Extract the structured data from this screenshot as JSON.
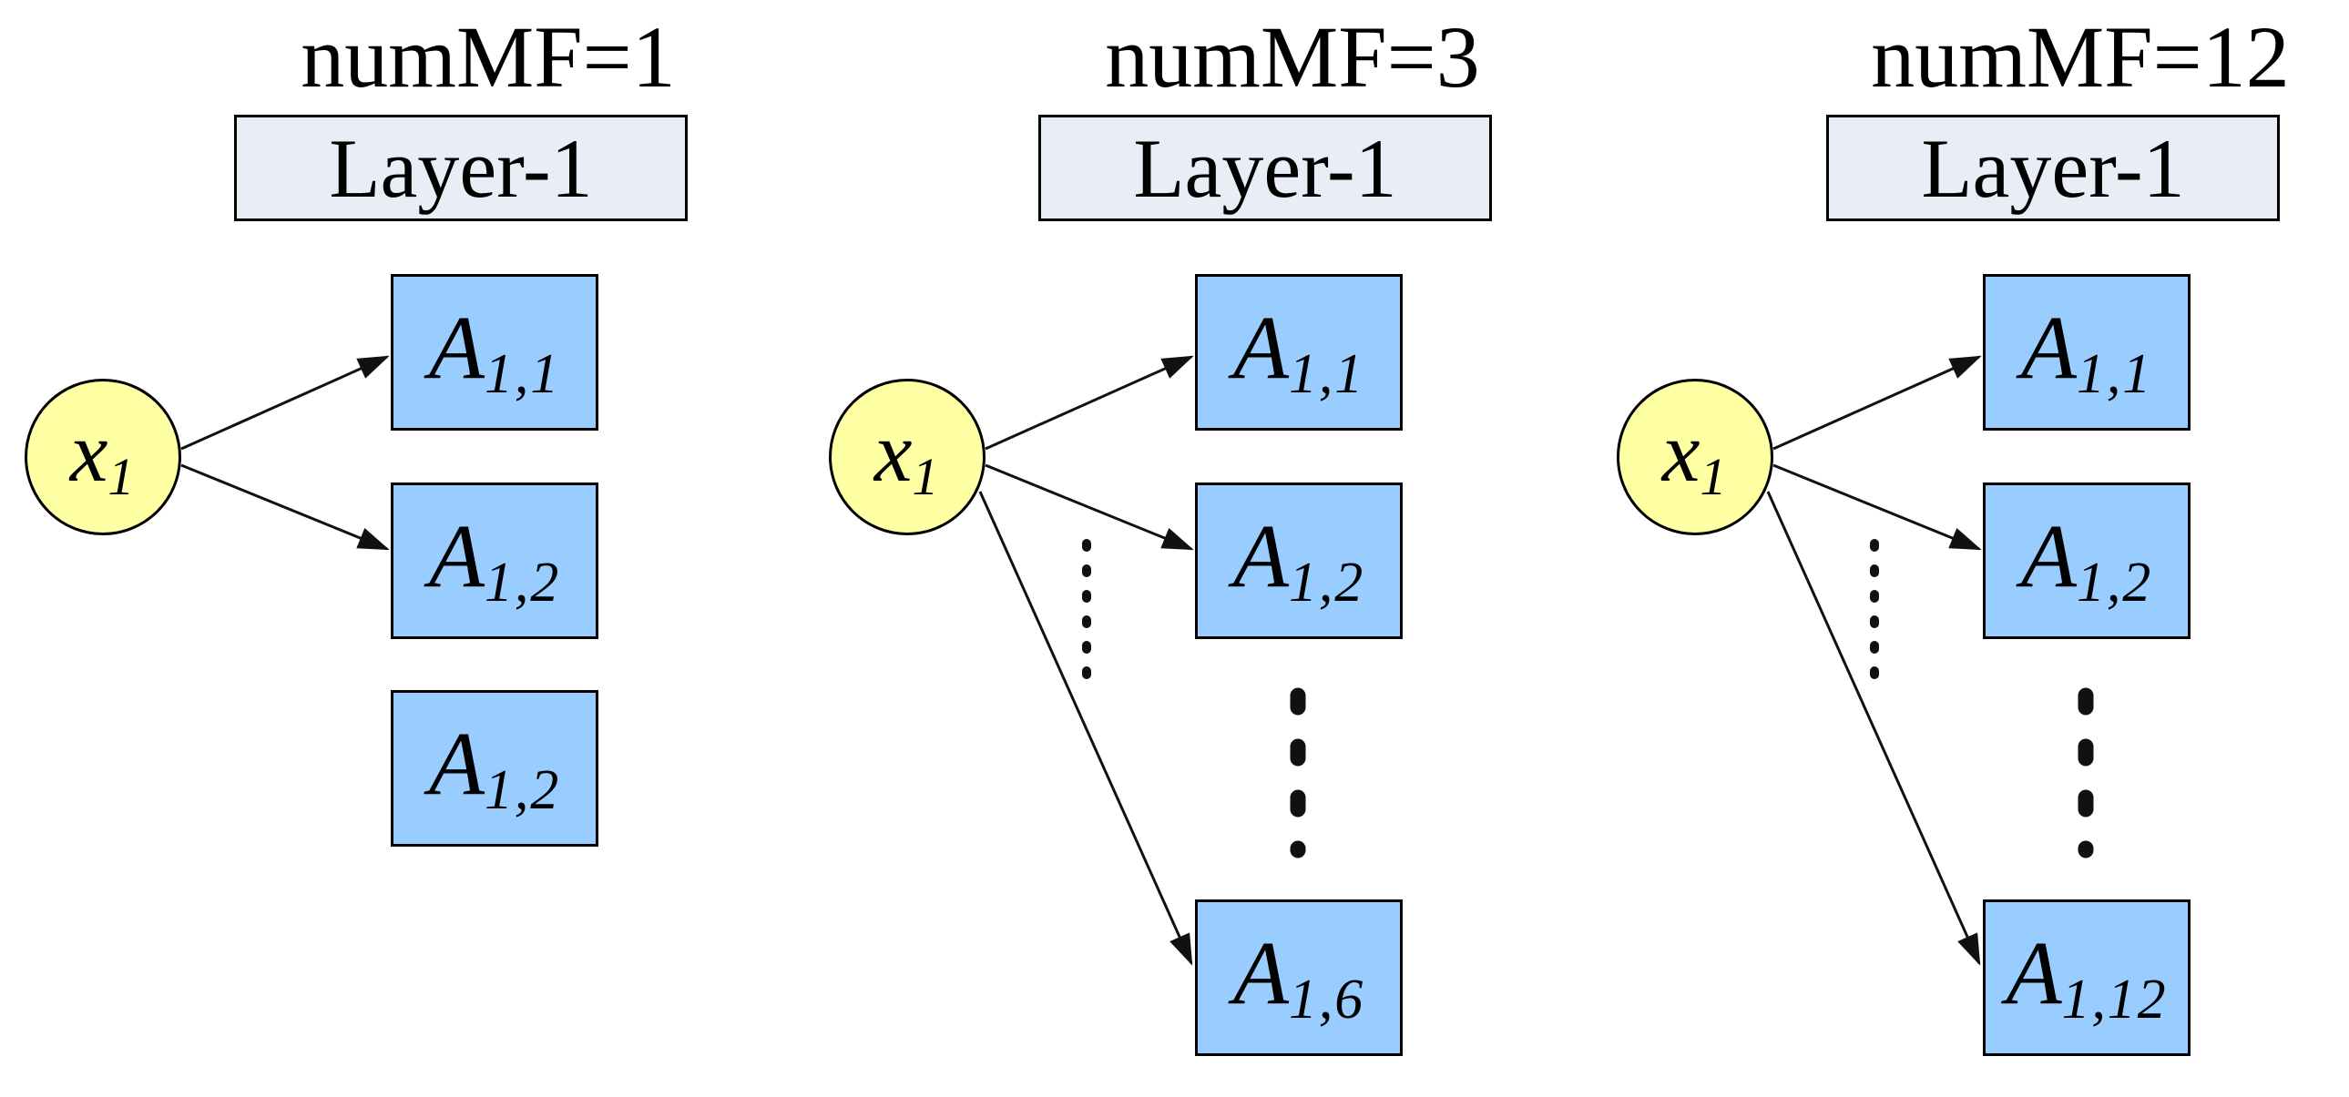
{
  "figure": {
    "background": "#ffffff",
    "colors": {
      "node_fill": "#FFFFA3",
      "box_fill": "#99CCFF",
      "layer_fill": "#E9EDF6",
      "line": "#111111"
    },
    "panels": [
      {
        "title": "numMF=1",
        "layer_label": "Layer-1",
        "input": {
          "base": "x",
          "sub": "1"
        },
        "boxes": [
          {
            "base": "A",
            "sub": "1,1"
          },
          {
            "base": "A",
            "sub": "1,2"
          },
          {
            "base": "A",
            "sub": "1,2"
          }
        ],
        "arrows_to_boxes": [
          0,
          1
        ],
        "has_arrow_ellipsis": false,
        "has_box_ellipsis": false
      },
      {
        "title": "numMF=3",
        "layer_label": "Layer-1",
        "input": {
          "base": "x",
          "sub": "1"
        },
        "boxes": [
          {
            "base": "A",
            "sub": "1,1"
          },
          {
            "base": "A",
            "sub": "1,2"
          },
          {
            "base": "A",
            "sub": "1,6"
          }
        ],
        "arrows_to_boxes": [
          0,
          1,
          2
        ],
        "has_arrow_ellipsis": true,
        "has_box_ellipsis": true
      },
      {
        "title": "numMF=12",
        "layer_label": "Layer-1",
        "input": {
          "base": "x",
          "sub": "1"
        },
        "boxes": [
          {
            "base": "A",
            "sub": "1,1"
          },
          {
            "base": "A",
            "sub": "1,2"
          },
          {
            "base": "A",
            "sub": "1,12"
          }
        ],
        "arrows_to_boxes": [
          0,
          1,
          2
        ],
        "has_arrow_ellipsis": true,
        "has_box_ellipsis": true
      }
    ]
  }
}
